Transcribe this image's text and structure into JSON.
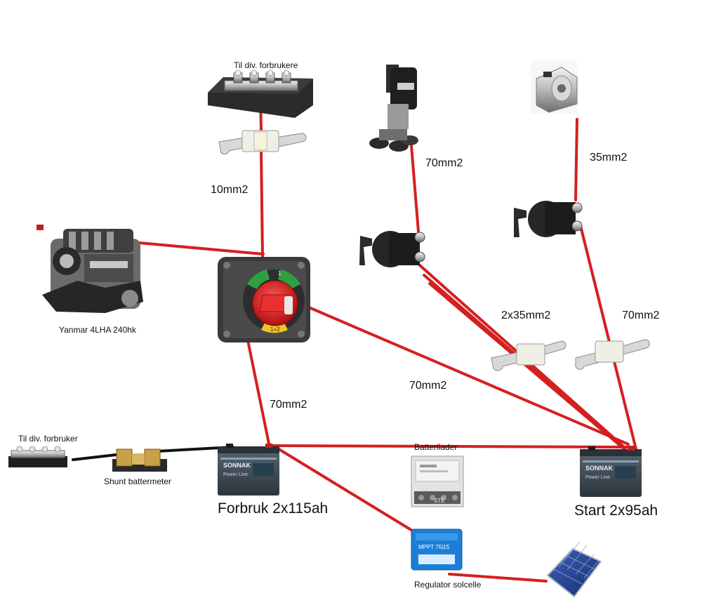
{
  "labels": {
    "consumers_top": "Til div. forbrukere",
    "engine": "Yanmar 4LHA 240hk",
    "consumer_left": "Til div. forbruker",
    "shunt": "Shunt battermeter",
    "charger": "Batterilader",
    "regulator": "Regulator solcelle",
    "house_battery": "Forbruk 2x115ah",
    "start_battery": "Start 2x95ah"
  },
  "cables": {
    "c_10mm2": "10mm2",
    "c_70_thruster": "70mm2",
    "c_35_windlass": "35mm2",
    "c_2x35": "2x35mm2",
    "c_70_start": "70mm2",
    "c_70_diag": "70mm2",
    "c_70_house": "70mm2"
  },
  "components": {
    "battery_brand": "SONNAK",
    "battery_sub": "Power Line",
    "regulator_model": "MPPT 75|15",
    "switch_pos1": "1",
    "switch_pos2": "1+2",
    "charger_brand": "STE"
  },
  "colors": {
    "wire_red": "#d42020",
    "wire_black": "#111111",
    "battery_body": "#3e4a55",
    "regulator_blue": "#1c7fd6"
  }
}
